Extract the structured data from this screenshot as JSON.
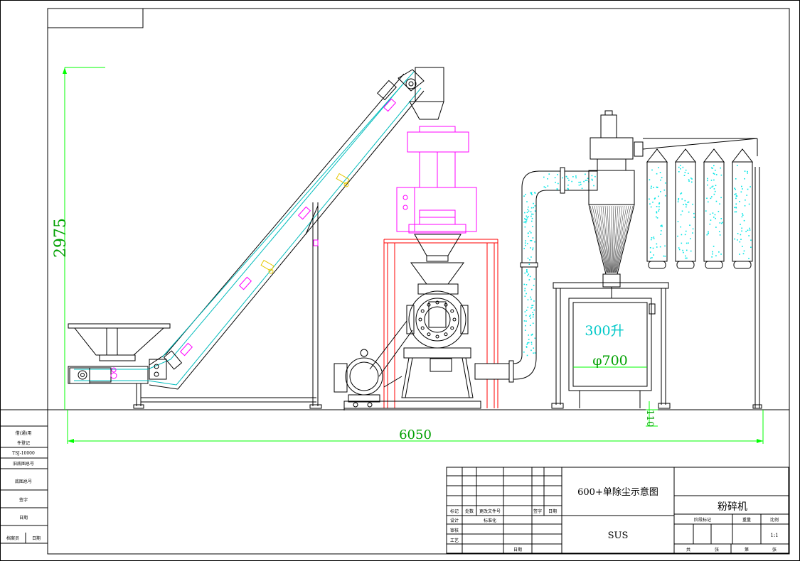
{
  "colors": {
    "frame": "#000000",
    "dimension": "#00ff00",
    "conveyor": "#00bcbc",
    "mill_hopper": "#ff00ff",
    "support_frame": "#ff0000",
    "dust_fill": "#00e5e5",
    "dimension_text": "#00a000"
  },
  "dimensions": {
    "height": "2975",
    "length": "6050",
    "clearance": "110"
  },
  "annotations": {
    "bin_volume": "300升",
    "bin_diameter": "φ700"
  },
  "title_block": {
    "drawing_title": "600+单除尘示意图",
    "machine_name": "粉碎机",
    "material": "SUS",
    "scale": "1:1",
    "revision_headers": [
      "标记",
      "处数",
      "更改文件号",
      "签字",
      "日期"
    ],
    "row_labels": [
      "设计",
      "标准化",
      "审核",
      "工艺",
      "日期"
    ],
    "right_headers": [
      "阶段标记",
      "重量",
      "比例"
    ],
    "sheet_labels": [
      "共",
      "张",
      "第",
      "张"
    ]
  },
  "side_stamp": {
    "lines": [
      "借(通)用",
      "件登记",
      "TSJ-10000",
      "旧底图总号",
      "底图总号",
      "签字",
      "日期",
      "档案员",
      "日期"
    ]
  }
}
